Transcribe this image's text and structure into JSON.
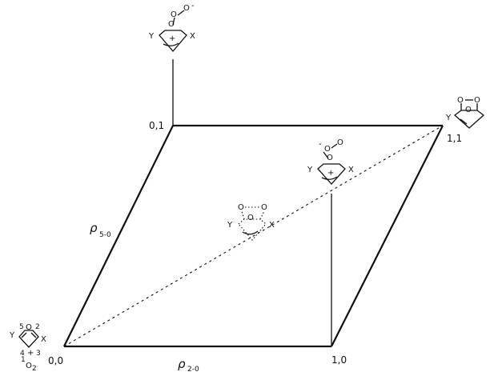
{
  "corners": {
    "origin": "0,0",
    "x_end": "1,0",
    "y_end": "0,1",
    "far": "1,1"
  },
  "axes": {
    "x": {
      "symbol": "ρ",
      "subscript": "2-0"
    },
    "y": {
      "symbol": "ρ",
      "subscript": "5-0"
    }
  },
  "atoms": {
    "o": "O",
    "x": "X",
    "y": "Y",
    "plus": "+",
    "minus": "-"
  },
  "ring_numbers": {
    "n1": "1",
    "n2": "2",
    "n3": "3",
    "n4": "4",
    "n5": "5"
  },
  "reactant_label": {
    "prefix": "1",
    "main": "O",
    "subscript": "2"
  }
}
